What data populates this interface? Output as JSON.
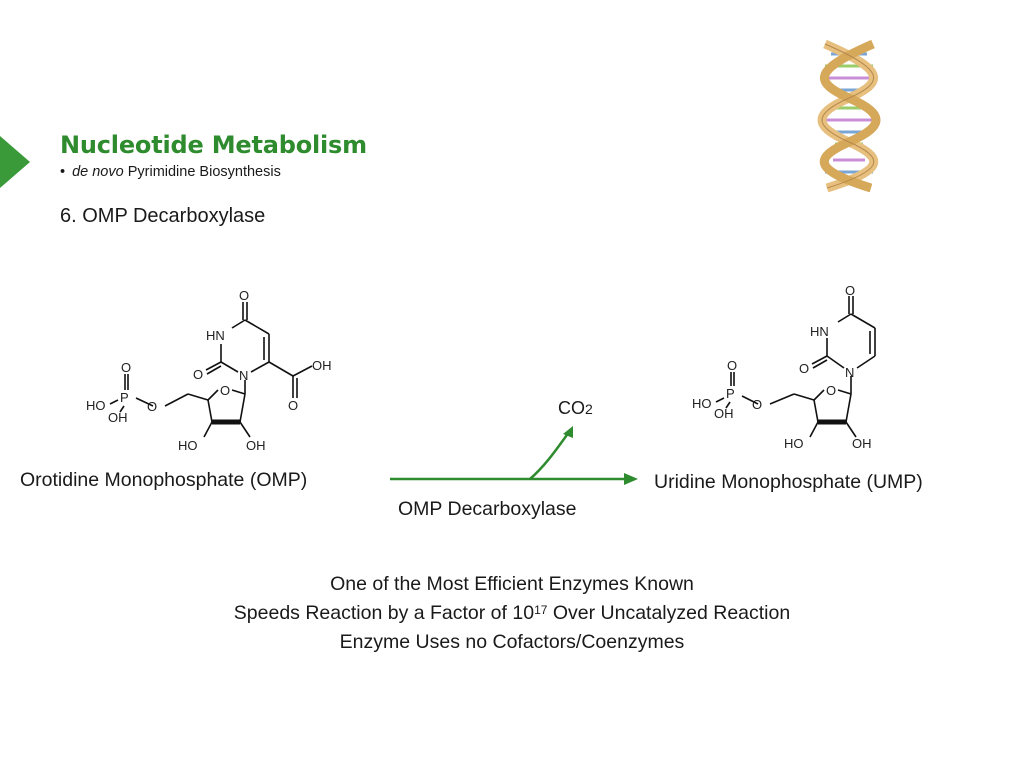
{
  "accent_color": "#3a9a3a",
  "header": {
    "title": "Nucleotide Metabolism",
    "bullet_italic": "de novo",
    "bullet_rest": " Pyrimidine Biosynthesis",
    "icon": "dna-helix-icon"
  },
  "step_title": "6. OMP Decarboxylase",
  "reaction": {
    "substrate": "Orotidine Monophosphate (OMP)",
    "product": "Uridine Monophosphate (UMP)",
    "enzyme": "OMP Decarboxylase",
    "byproduct_main": "CO",
    "byproduct_sub": "2"
  },
  "omp_structure": {
    "o_top": "O",
    "hn": "HN",
    "o_left": "O",
    "n": "N",
    "oh_acid": "OH",
    "o_acid": "O",
    "phos_o_top": "O",
    "p": "P",
    "ho": "HO",
    "oh_p": "OH",
    "o_bridge": "O",
    "ring_o": "O",
    "ho_sugar": "HO",
    "oh_sugar": "OH"
  },
  "ump_structure": {
    "o_top": "O",
    "hn": "HN",
    "o_left": "O",
    "n": "N",
    "phos_o_top": "O",
    "p": "P",
    "ho": "HO",
    "oh_p": "OH",
    "o_bridge": "O",
    "ring_o": "O",
    "ho_sugar": "HO",
    "oh_sugar": "OH"
  },
  "facts": {
    "line1": "One of the Most Efficient Enzymes Known",
    "line2_pre": "Speeds Reaction by a Factor of 10",
    "line2_exp": "17",
    "line2_post": " Over Uncatalyzed Reaction",
    "line3": "Enzyme Uses no Cofactors/Coenzymes"
  }
}
